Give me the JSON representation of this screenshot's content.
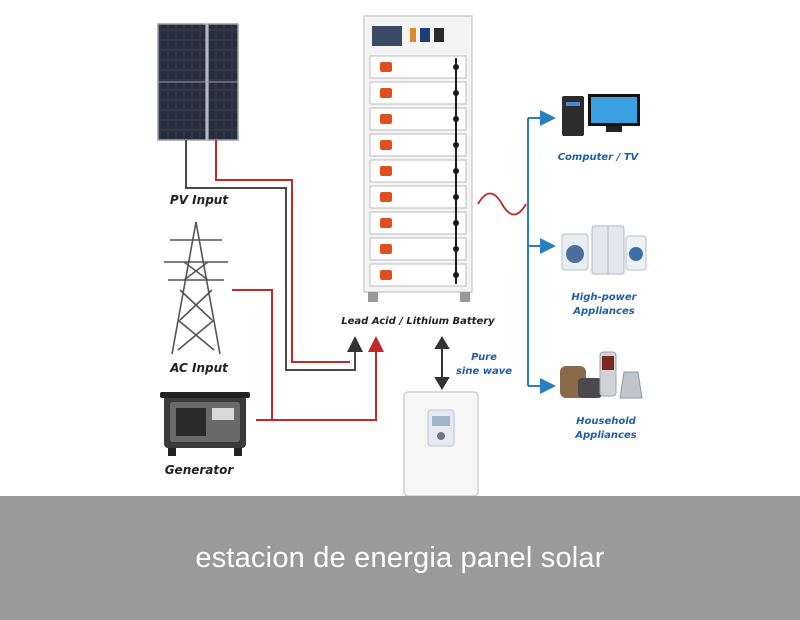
{
  "labels": {
    "pv_input": "PV Input",
    "ac_input": "AC Input",
    "generator": "Generator",
    "battery": "Lead Acid / Lithium Battery",
    "pure_sine_line1": "Pure",
    "pure_sine_line2": "sine wave",
    "computer_tv": "Computer / TV",
    "high_power_line1": "High-power",
    "high_power_line2": "Appliances",
    "household_line1": "Household",
    "household_line2": "Appliances"
  },
  "caption": "estacion de energia panel solar",
  "colors": {
    "dc_wire": "#c0282a",
    "neutral_wire": "#4a4a4a",
    "output_wire": "#2a7fc0",
    "label_dark": "#222222",
    "label_blue": "#1e5fa8",
    "caption_bg": "#9a9a9a"
  },
  "icons": {
    "solar_panel": "solar-panel-icon",
    "pylon": "power-pylon-icon",
    "generator": "generator-icon",
    "battery_rack": "battery-rack-icon",
    "inverter": "inverter-icon",
    "computer_tv": "computer-tv-icon",
    "appliances": "appliances-icon",
    "household": "household-appliances-icon"
  }
}
